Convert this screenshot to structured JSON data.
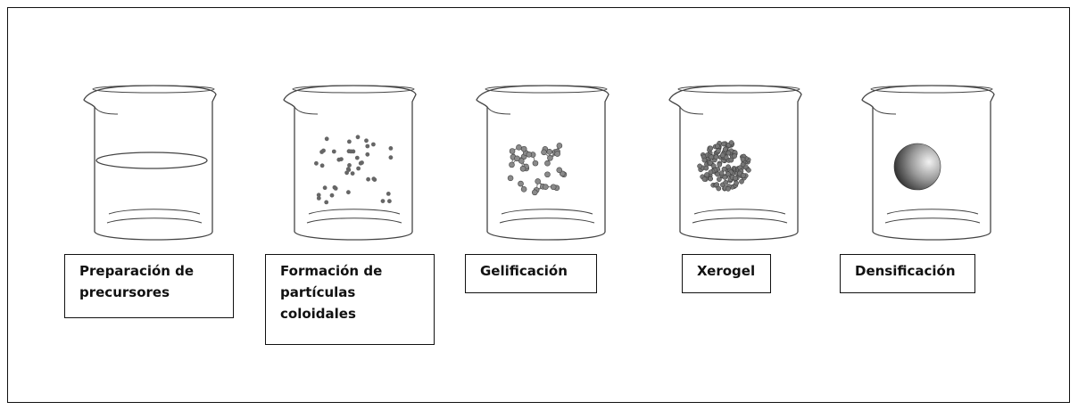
{
  "stages": [
    {
      "label": "Preparación de\nprecursores"
    },
    {
      "label": "Formación de\npartículas\ncoloidales"
    },
    {
      "label": "Gelificación"
    },
    {
      "label": "Xerogel"
    },
    {
      "label": "Densificación"
    }
  ]
}
